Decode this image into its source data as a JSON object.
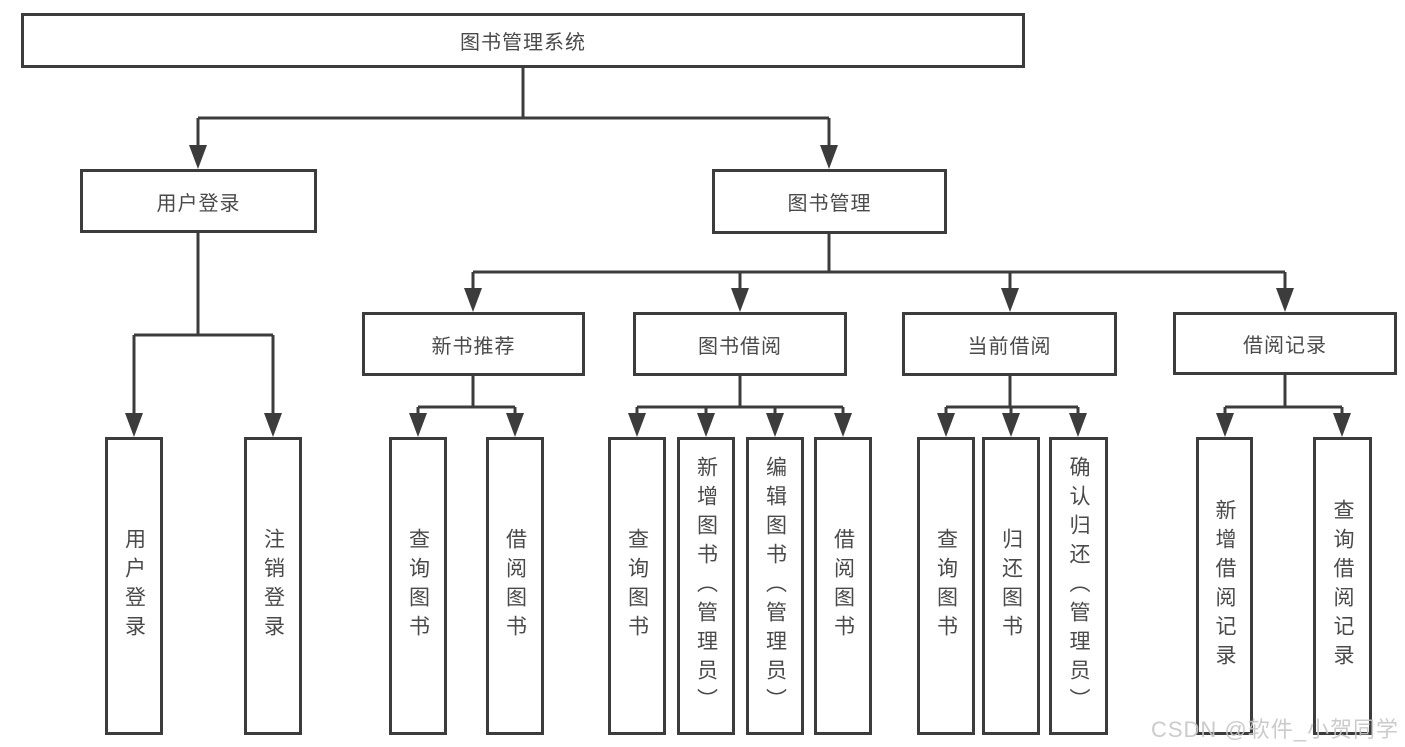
{
  "tree": {
    "label": "图书管理系统",
    "children": [
      {
        "label": "用户登录",
        "children": [
          {
            "label": "用户登录"
          },
          {
            "label": "注销登录"
          }
        ]
      },
      {
        "label": "图书管理",
        "children": [
          {
            "label": "新书推荐",
            "children": [
              {
                "label": "查询图书"
              },
              {
                "label": "借阅图书"
              }
            ]
          },
          {
            "label": "图书借阅",
            "children": [
              {
                "label": "查询图书"
              },
              {
                "label": "新增图书（管理员）"
              },
              {
                "label": "编辑图书（管理员）"
              },
              {
                "label": "借阅图书"
              }
            ]
          },
          {
            "label": "当前借阅",
            "children": [
              {
                "label": "查询图书"
              },
              {
                "label": "归还图书"
              },
              {
                "label": "确认归还（管理员）"
              }
            ]
          },
          {
            "label": "借阅记录",
            "children": [
              {
                "label": "新增借阅记录"
              },
              {
                "label": "查询借阅记录"
              }
            ]
          }
        ]
      }
    ]
  },
  "watermark": "CSDN @软件_小贺同学",
  "colors": {
    "line": "#3c3c3c",
    "text": "#4a4a4a",
    "watermark": "#c6c6c6"
  }
}
